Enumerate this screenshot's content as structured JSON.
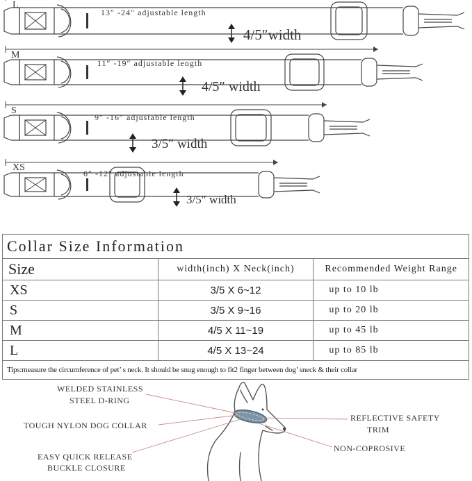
{
  "collars": [
    {
      "size": "L",
      "length": "13″ -24″ adjustable length",
      "width": "4/5″width"
    },
    {
      "size": "M",
      "length": "11″ -19″ adjustable length",
      "width": "4/5″ width"
    },
    {
      "size": "S",
      "length": "9″ -16″ adjustable length",
      "width": "3/5″ width"
    },
    {
      "size": "XS",
      "length": "6″ -12″ adjustable length",
      "width": "3/5″ width"
    }
  ],
  "table": {
    "title": "Collar  Size  Information",
    "headers": {
      "size": "Size",
      "width": "width(inch) X Neck(inch)",
      "weight": "Recommended Weight Range"
    },
    "rows": [
      {
        "size": "XS",
        "width": "3/5 X 6~12",
        "weight": "up  to  10  lb"
      },
      {
        "size": "S",
        "width": "3/5 X 9~16",
        "weight": "up  to  20 lb"
      },
      {
        "size": "M",
        "width": "4/5 X 11~19",
        "weight": "up  to 45  lb"
      },
      {
        "size": "L",
        "width": "4/5 X 13~24",
        "weight": "up  to  85 lb"
      }
    ],
    "tips": "Tips:measure the circumference of pet’ s neck. It should be snug enough to fit2 finger between dog’ sneck & their collar"
  },
  "features": {
    "d_ring_line1": "WELDED STAINLESS",
    "d_ring_line2": "STEEL D-RING",
    "nylon": "TOUGH NYLON DOG COLLAR",
    "buckle_line1": "EASY QUICK RELEASE",
    "buckle_line2": "BUCKLE CLOSURE",
    "reflective_line1": "REFLECTIVE SAFETY",
    "reflective_line2": "TRIM",
    "non_corrosive": "NON-COPROSIVE"
  },
  "colors": {
    "line": "#333333",
    "pointer": "#c98a8a",
    "collar": "#7e95a8"
  }
}
